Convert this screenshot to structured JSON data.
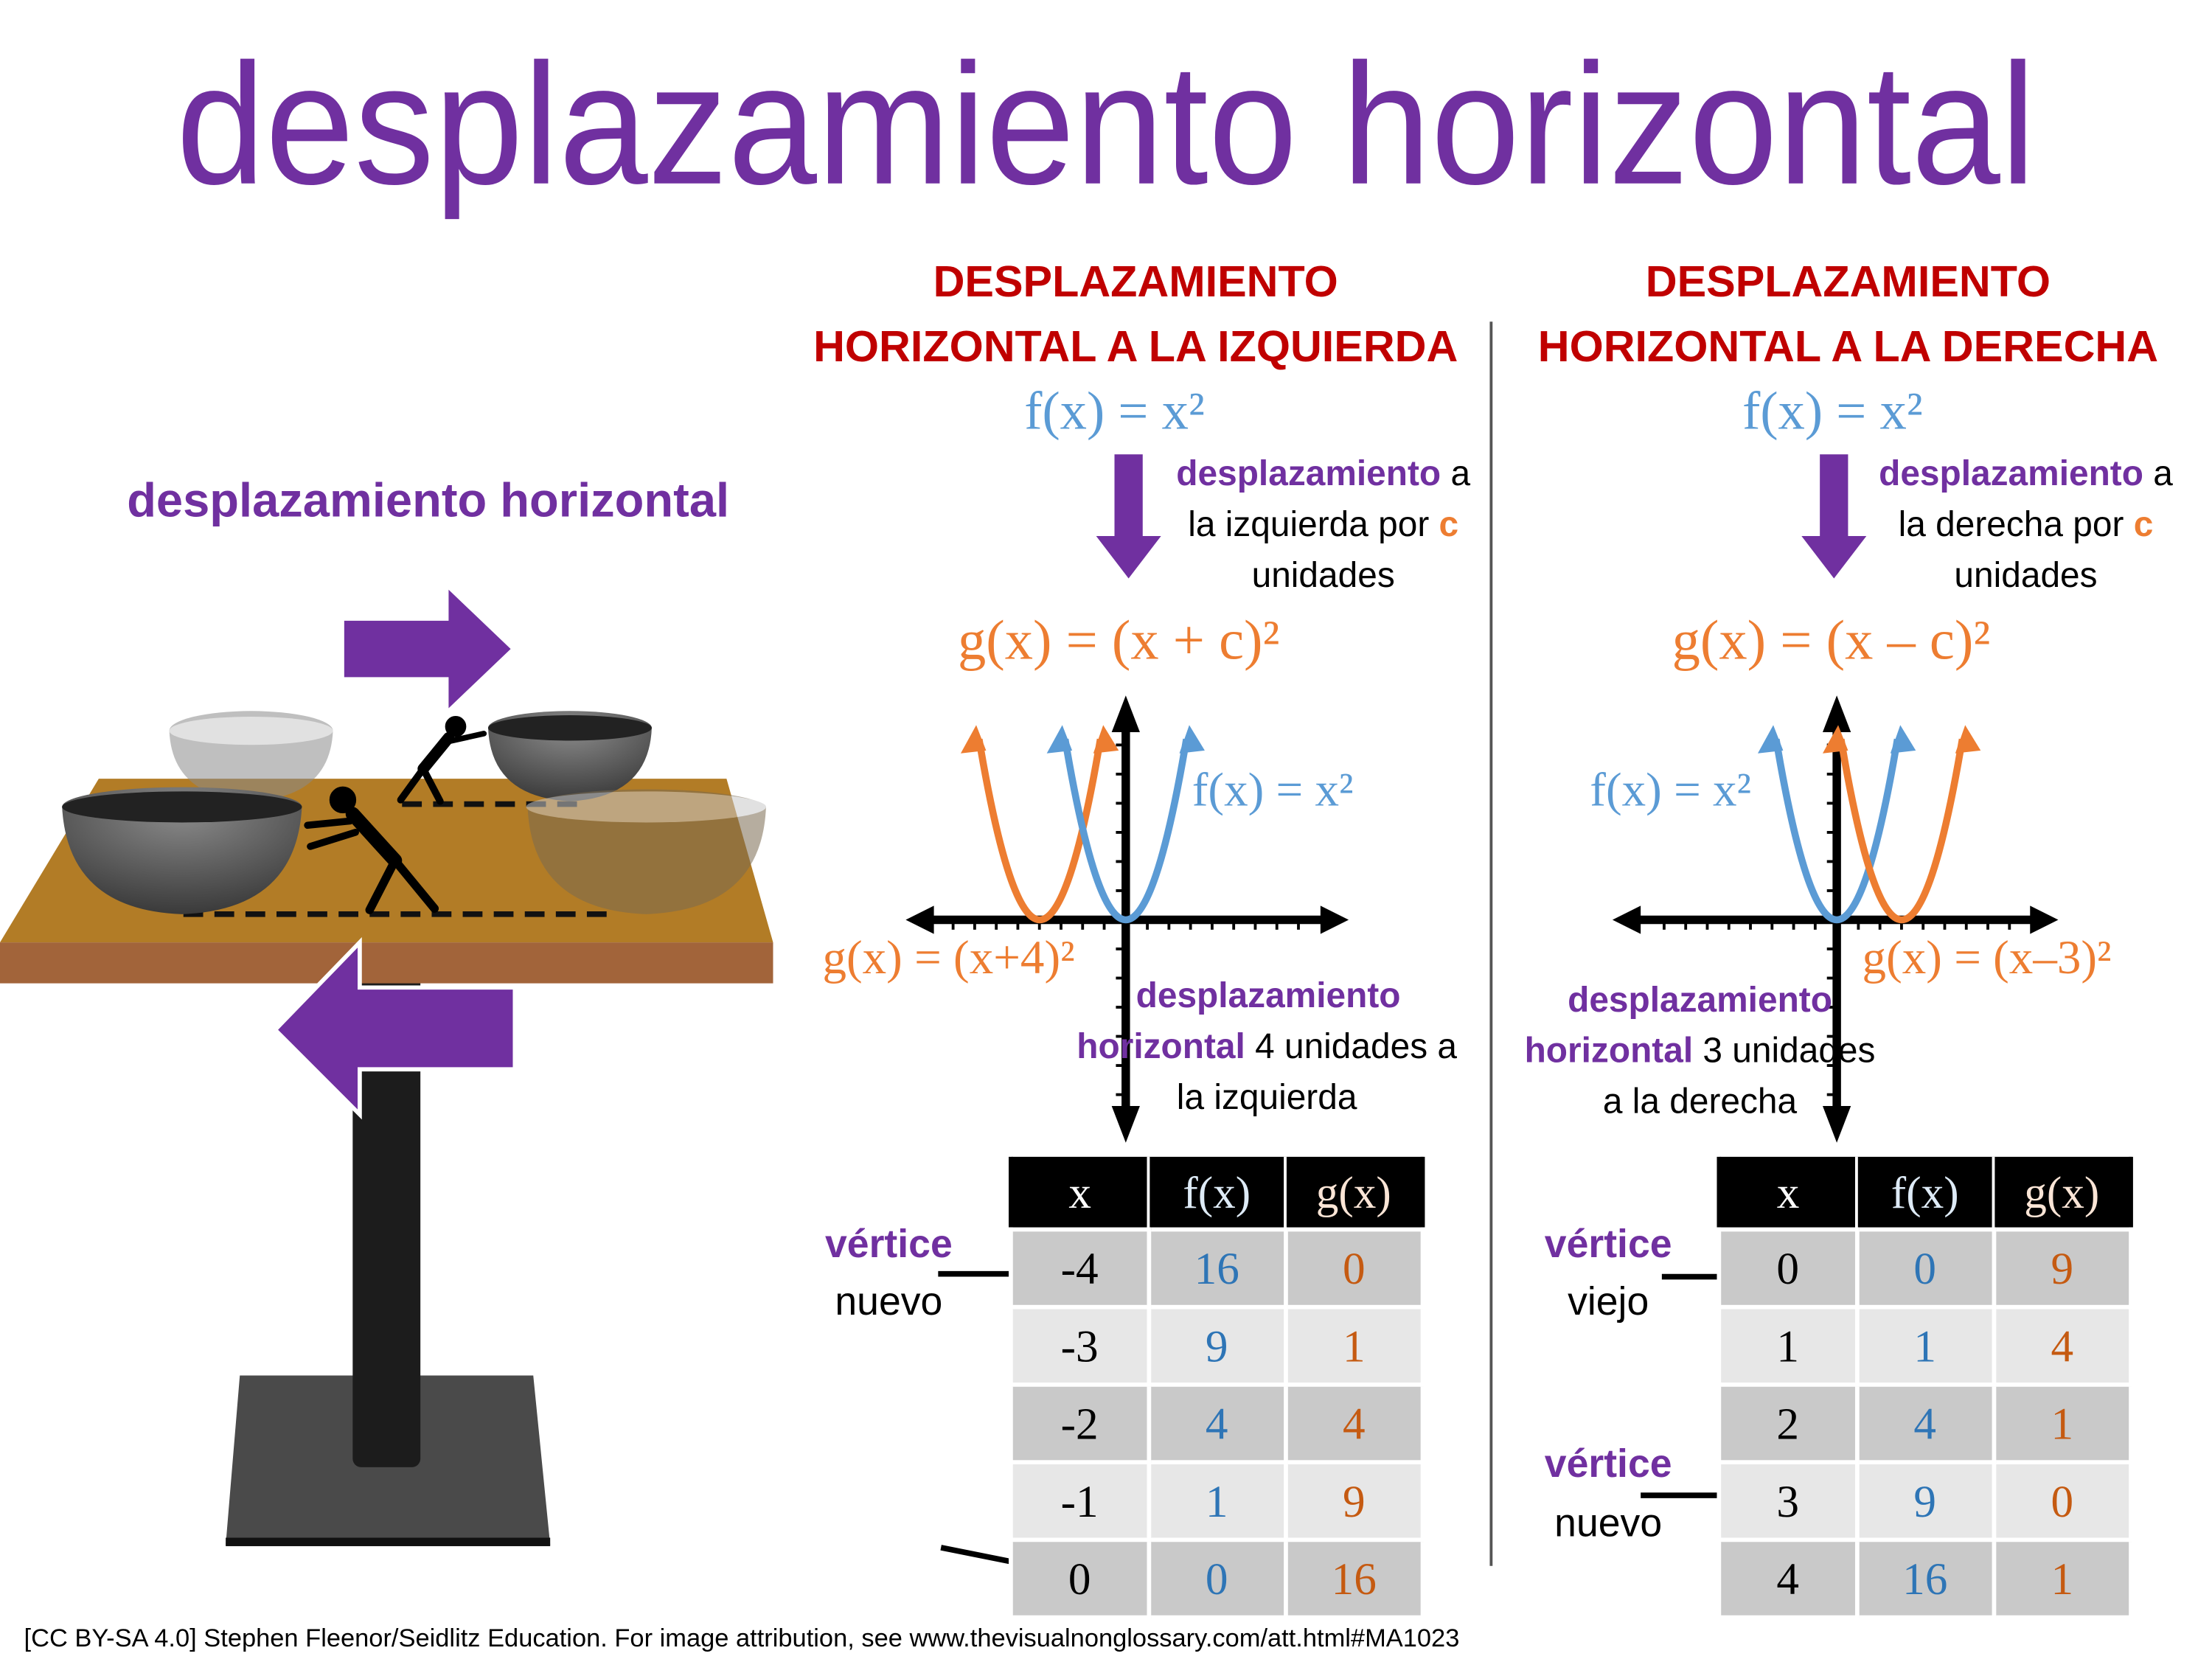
{
  "title": "desplazamiento horizontal",
  "left_panel": {
    "label": "desplazamiento horizontal"
  },
  "left_section": {
    "heading_line1": "DESPLAZAMIENTO",
    "heading_line2": "HORIZONTAL A LA IZQUIERDA",
    "f_eq": "f(x) = x²",
    "desc_bold": "desplazamiento",
    "desc_a": " a",
    "desc_line2": "la izquierda por ",
    "desc_c": "c",
    "desc_line3": "unidades",
    "g_eq": "g(x) = (x + c)²",
    "graph_f_label": "f(x) = x²",
    "graph_g_label": "g(x) = (x+4)²",
    "shift_bold1": "desplazamiento",
    "shift_bold2": "horizontal",
    "shift_rest": " 4 unidades a",
    "shift_line3": "la izquierda",
    "vertex_label": "vértice",
    "vertex_sub": "nuevo",
    "table": {
      "headers": [
        "x",
        "f(x)",
        "g(x)"
      ],
      "rows": [
        [
          "-4",
          "16",
          "0"
        ],
        [
          "-3",
          "9",
          "1"
        ],
        [
          "-2",
          "4",
          "4"
        ],
        [
          "-1",
          "1",
          "9"
        ],
        [
          "0",
          "0",
          "16"
        ]
      ]
    }
  },
  "right_section": {
    "heading_line1": "DESPLAZAMIENTO",
    "heading_line2": "HORIZONTAL A LA DERECHA",
    "f_eq": "f(x) = x²",
    "desc_bold": "desplazamiento",
    "desc_a": " a",
    "desc_line2": "la derecha por ",
    "desc_c": "c",
    "desc_line3": "unidades",
    "g_eq": "g(x) = (x – c)²",
    "graph_f_label": "f(x) = x²",
    "graph_g_label": "g(x) = (x–3)²",
    "shift_bold1": "desplazamiento",
    "shift_bold2": "horizontal",
    "shift_rest": " 3 unidades",
    "shift_line3": "a la derecha",
    "vertex_old_label": "vértice",
    "vertex_old_sub": "viejo",
    "vertex_new_label": "vértice",
    "vertex_new_sub": "nuevo",
    "table": {
      "headers": [
        "x",
        "f(x)",
        "g(x)"
      ],
      "rows": [
        [
          "0",
          "0",
          "9"
        ],
        [
          "1",
          "1",
          "4"
        ],
        [
          "2",
          "4",
          "1"
        ],
        [
          "3",
          "9",
          "0"
        ],
        [
          "4",
          "16",
          "1"
        ]
      ]
    }
  },
  "footer": "[CC BY-SA 4.0] Stephen Fleenor/Seidlitz Education.  For image attribution, see www.thevisualnonglossary.com/att.html#MA1023",
  "colors": {
    "purple": "#7030a0",
    "red": "#c00000",
    "blue": "#5b9bd5",
    "orange": "#ed7d31"
  }
}
